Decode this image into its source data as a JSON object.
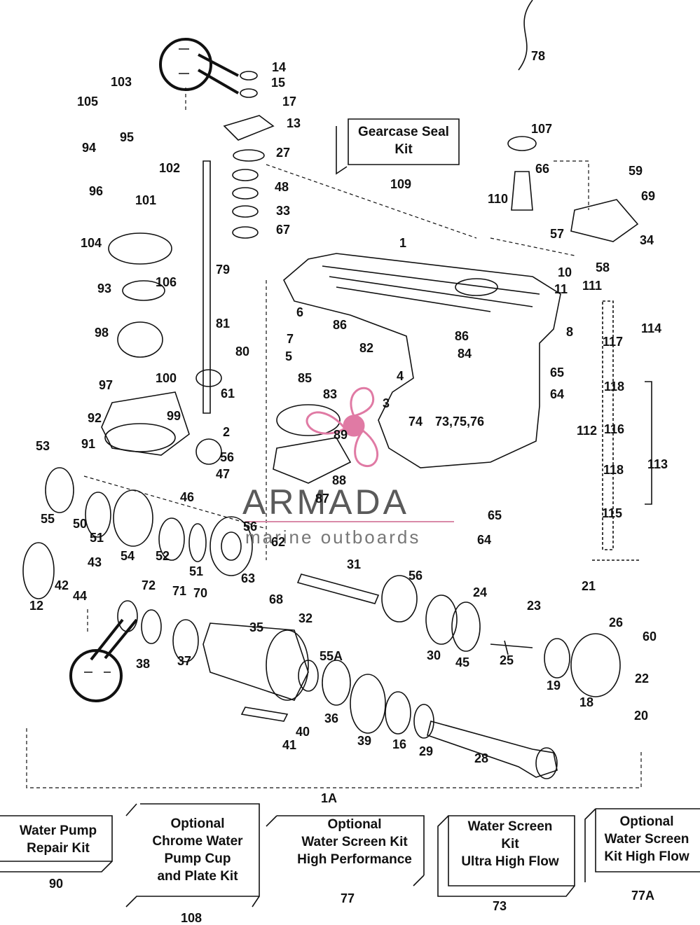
{
  "watermark": {
    "brand": "ARMADA",
    "tagline": "marine outboards",
    "accent_color": "#e07aa4"
  },
  "part_labels": [
    "1",
    "1A",
    "2",
    "3",
    "4",
    "5",
    "6",
    "7",
    "8",
    "10",
    "11",
    "12",
    "13",
    "14",
    "15",
    "16",
    "17",
    "18",
    "19",
    "20",
    "21",
    "22",
    "23",
    "24",
    "25",
    "26",
    "27",
    "28",
    "29",
    "30",
    "31",
    "32",
    "33",
    "34",
    "35",
    "36",
    "37",
    "38",
    "39",
    "40",
    "41",
    "42",
    "43",
    "44",
    "45",
    "46",
    "47",
    "48",
    "50",
    "51",
    "51",
    "52",
    "53",
    "54",
    "55",
    "55A",
    "56",
    "56",
    "56",
    "57",
    "58",
    "59",
    "60",
    "61",
    "62",
    "63",
    "64",
    "64",
    "65",
    "65",
    "66",
    "67",
    "68",
    "69",
    "70",
    "71",
    "72",
    "73,75,76",
    "74",
    "78",
    "79",
    "80",
    "81",
    "82",
    "83",
    "84",
    "85",
    "86",
    "86",
    "87",
    "88",
    "89",
    "91",
    "92",
    "93",
    "94",
    "95",
    "96",
    "97",
    "98",
    "99",
    "100",
    "101",
    "102",
    "103",
    "104",
    "105",
    "106",
    "107",
    "110",
    "111",
    "112",
    "113",
    "114",
    "115",
    "116",
    "117",
    "118",
    "118"
  ],
  "kits": [
    {
      "name": "Gearcase Seal Kit",
      "lines": [
        "Gearcase Seal",
        "Kit"
      ],
      "number": "109"
    },
    {
      "name": "Water Pump Repair Kit",
      "lines": [
        "Water Pump",
        "Repair Kit"
      ],
      "number": "90"
    },
    {
      "name": "Optional Chrome Water Pump Cup and Plate Kit",
      "lines": [
        "Optional",
        "Chrome Water",
        "Pump Cup",
        "and Plate Kit"
      ],
      "number": "108"
    },
    {
      "name": "Optional Water Screen Kit High Performance",
      "lines": [
        "Optional",
        "Water Screen Kit",
        "High Performance"
      ],
      "number": "77"
    },
    {
      "name": "Water Screen Kit Ultra High Flow",
      "lines": [
        "Water Screen",
        "Kit",
        "Ultra High Flow"
      ],
      "number": "73"
    },
    {
      "name": "Optional Water Screen Kit High Flow",
      "lines": [
        "Optional",
        "Water Screen",
        "Kit High Flow"
      ],
      "number": "77A"
    }
  ]
}
